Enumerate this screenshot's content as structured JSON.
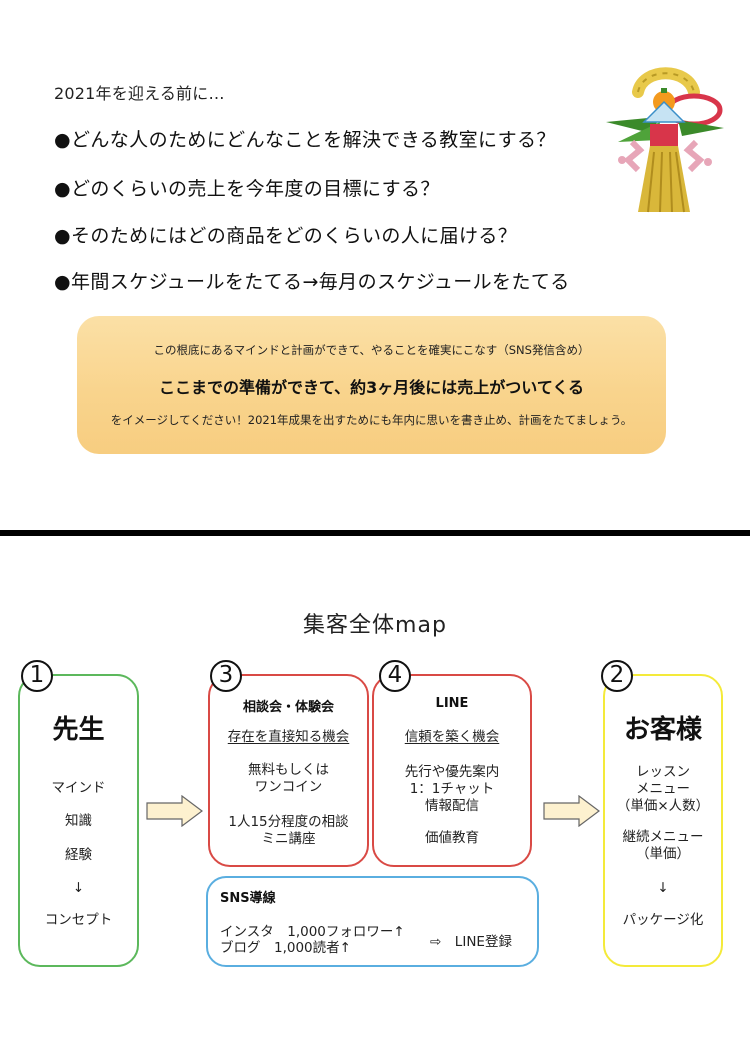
{
  "top": {
    "intro": "2021年を迎える前に…",
    "bullets": [
      "●どんな人のためにどんなことを解決できる教室にする？",
      "●どのくらいの売上を今年度の目標にする？",
      "●そのためにはどの商品をどのくらいの人に届ける？",
      "●年間スケジュールをたてる→毎月のスケジュールをたてる"
    ],
    "callout": {
      "line1": "この根底にあるマインドと計画ができて、やることを確実にこなす（SNS発信含め）",
      "line2": "ここまでの準備ができて、約3ヶ月後には売上がついてくる",
      "line3": "をイメージしてください！2021年成果を出すためにも年内に思いを書き止め、計画をたてましょう。"
    }
  },
  "map": {
    "title": "集客全体map",
    "teacher": {
      "number": "1",
      "title": "先生",
      "items": [
        "マインド",
        "知識",
        "経験",
        "↓",
        "コンセプト"
      ]
    },
    "consult": {
      "number": "3",
      "title": "相談会・体験会",
      "subtitle": "存在を直接知る機会",
      "item1_a": "無料もしくは",
      "item1_b": "ワンコイン",
      "item2_a": "1人15分程度の相談",
      "item2_b": "ミニ講座"
    },
    "line": {
      "number": "4",
      "title": "LINE",
      "subtitle": "信頼を築く機会",
      "item1_a": "先行や優先案内",
      "item1_b": "1：1チャット",
      "item1_c": "情報配信",
      "item2": "価値教育"
    },
    "customer": {
      "number": "2",
      "title": "お客様",
      "item1_a": "レッスン",
      "item1_b": "メニュー",
      "item1_c": "（単価×人数）",
      "item2_a": "継続メニュー",
      "item2_b": "（単価）",
      "arrow": "↓",
      "item3": "パッケージ化"
    },
    "sns": {
      "title": "SNS導線",
      "line1": "インスタ　1,000フォロワー↑",
      "line2": "ブログ　1,000読者↑",
      "to_line": "⇨　LINE登録"
    }
  },
  "colors": {
    "callout": "#f9d48d",
    "teacher_border": "#5cb85c",
    "customer_border": "#f4ea3a",
    "red_border": "#d94a45",
    "sns_border": "#5aaee0",
    "arrow_fill": "#fdf1cf"
  },
  "decoration": {
    "icon": "shimekazari-icon"
  }
}
